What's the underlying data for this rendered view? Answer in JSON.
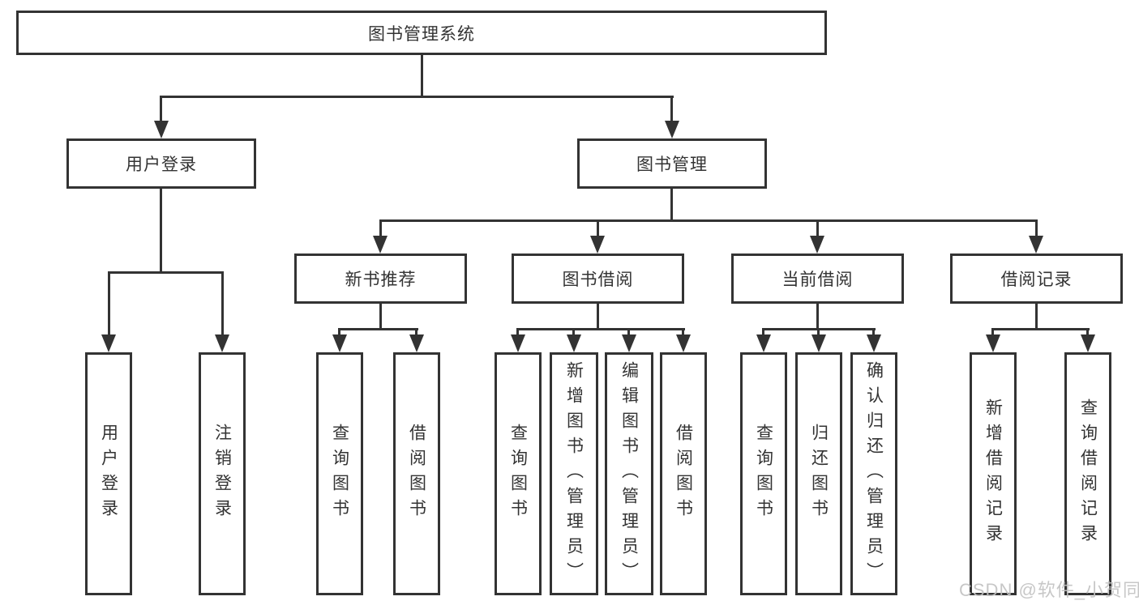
{
  "colors": {
    "line": "#333333",
    "box_background": "#ffffff",
    "text": "#333333",
    "watermark": "#c2c2c2"
  },
  "tree": {
    "root": "图书管理系统",
    "branches": [
      {
        "label": "用户登录",
        "children": [
          "用户登录",
          "注销登录"
        ]
      },
      {
        "label": "图书管理",
        "groups": [
          {
            "label": "新书推荐",
            "children": [
              "查询图书",
              "借阅图书"
            ]
          },
          {
            "label": "图书借阅",
            "children": [
              "查询图书",
              "新增图书（管理员）",
              "编辑图书（管理员）",
              "借阅图书"
            ]
          },
          {
            "label": "当前借阅",
            "children": [
              "查询图书",
              "归还图书",
              "确认归还（管理员）"
            ]
          },
          {
            "label": "借阅记录",
            "children": [
              "新增借阅记录",
              "查询借阅记录"
            ]
          }
        ]
      }
    ]
  },
  "watermark": "CSDN @软件_小贺同学"
}
